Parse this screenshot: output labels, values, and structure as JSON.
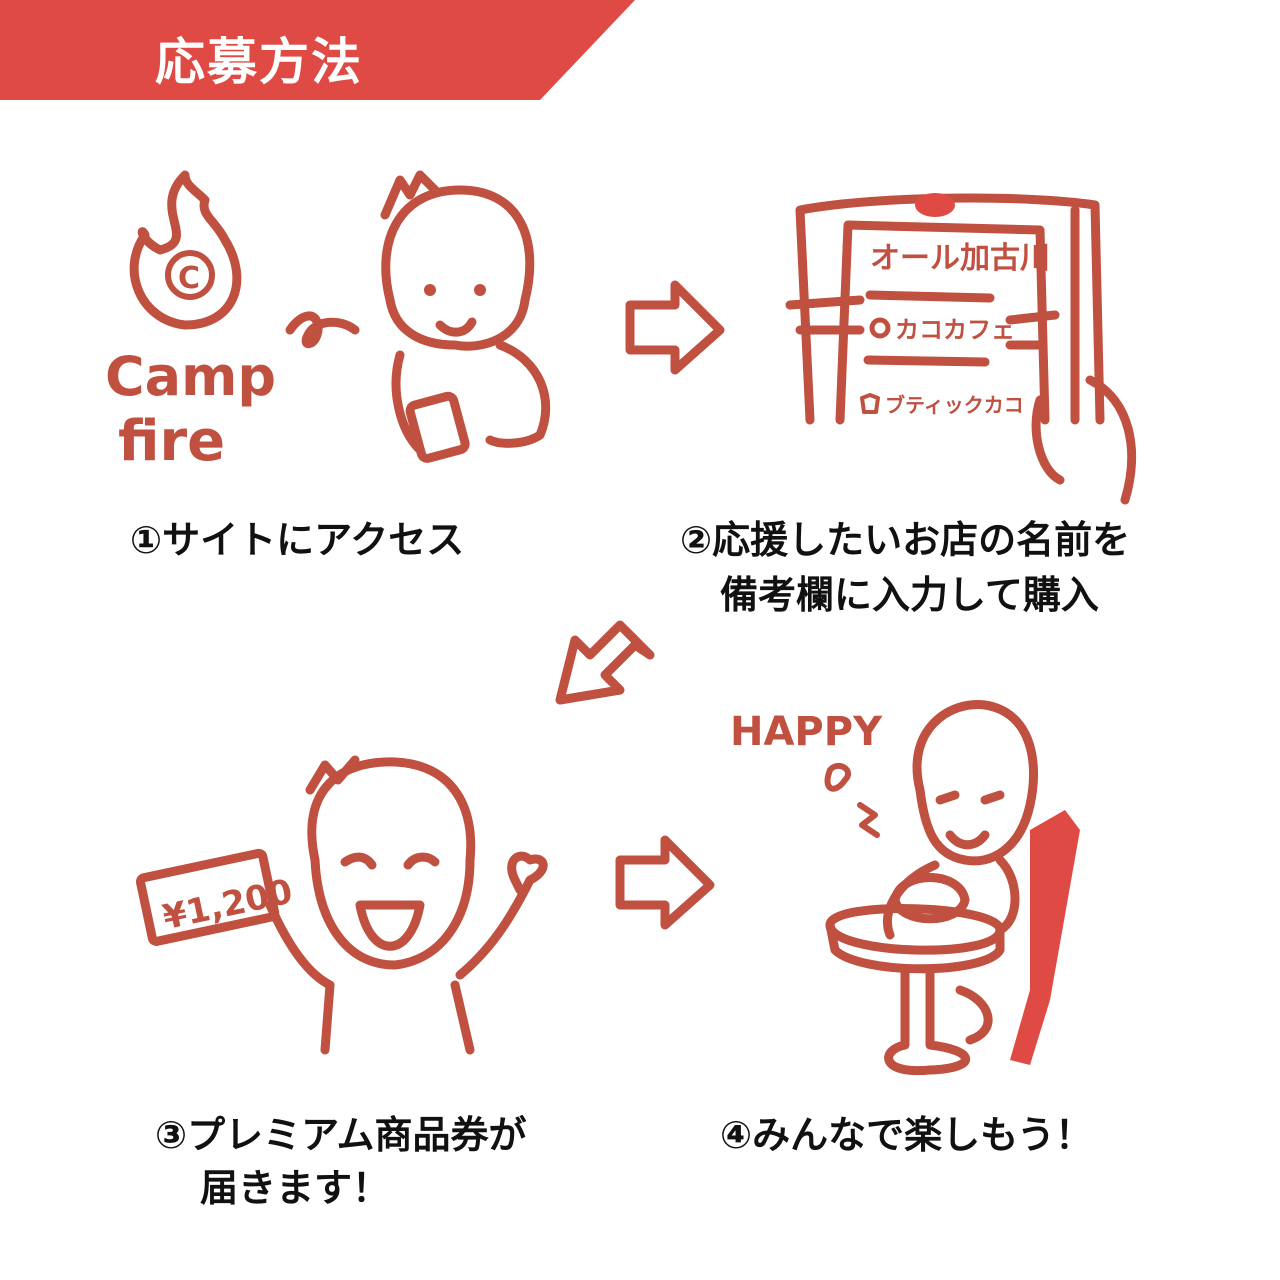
{
  "header": {
    "title": "応募方法",
    "color": "#e04a45"
  },
  "ink_color": "#c0503f",
  "steps": [
    {
      "caption": "①サイトにアクセス",
      "drawing": {
        "logo_letter": "C",
        "logo_line1": "Camp",
        "logo_line2": "fire"
      }
    },
    {
      "caption_line1": "②応援したいお店の名前を",
      "caption_line2": "備考欄に入力して購入",
      "drawing": {
        "sign_title": "オール加古川",
        "item1": "カコカフェ",
        "item2": "ブティックカコ"
      }
    },
    {
      "caption_line1": "③プレミアム商品券が",
      "caption_line2": "届きます！",
      "drawing": {
        "ticket": "¥1,200"
      }
    },
    {
      "caption": "④みんなで楽しもう！",
      "drawing": {
        "exclaim": "HAPPY"
      }
    }
  ],
  "arrows": [
    "arrow-right",
    "arrow-down-left",
    "arrow-right"
  ]
}
